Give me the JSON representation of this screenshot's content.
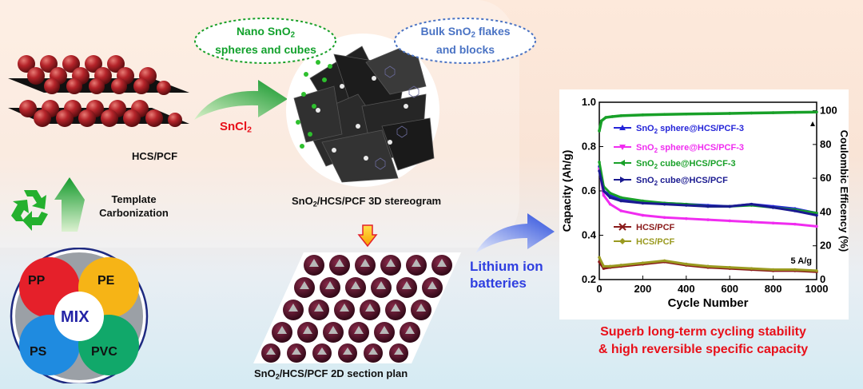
{
  "labels": {
    "hcs_pcf": "HCS/PCF",
    "template_line1": "Template",
    "template_line2": "Carbonization",
    "sncl2_main": "SnCl",
    "sncl2_sub": "2",
    "nano_line1_a": "Nano SnO",
    "nano_line1_sub": "2",
    "nano_line2": "spheres and cubes",
    "bulk_line1_a": "Bulk SnO",
    "bulk_line1_sub": "2",
    "bulk_line1_b": " flakes",
    "bulk_line2": "and blocks",
    "stereo_a": "SnO",
    "stereo_sub": "2",
    "stereo_b": "/HCS/PCF 3D stereogram",
    "section_a": "SnO",
    "section_sub": "2",
    "section_b": "/HCS/PCF 2D section plan",
    "lib_line1": "Lithium ion",
    "lib_line2": "batteries",
    "superb_line1": "Superb long-term cycling stability",
    "superb_line2": "& high reversible specific capacity",
    "mix_center": "MIX",
    "mix_pp": "PP",
    "mix_pe": "PE",
    "mix_ps": "PS",
    "mix_pvc": "PVC"
  },
  "colors": {
    "green_text": "#12a12c",
    "blue_text": "#4a73c4",
    "red_text": "#e8101a",
    "lib_blue": "#2f3fe0",
    "pp": "#e5202a",
    "pe": "#f6b416",
    "ps": "#1f8be0",
    "pvc": "#11a86a",
    "mix_text": "#2424a6"
  },
  "chart_data": {
    "type": "line",
    "xlabel": "Cycle Number",
    "ylabel": "Capacity (Ah/g)",
    "y2label": "Coulombic Efficency (%)",
    "xlim": [
      0,
      1000
    ],
    "ylim": [
      0.2,
      1.0
    ],
    "y2lim": [
      0,
      105
    ],
    "xticks": [
      "0",
      "200",
      "400",
      "600",
      "800",
      "1000"
    ],
    "yticks": [
      "0.2",
      "0.4",
      "0.6",
      "0.8",
      "1.0"
    ],
    "y2ticks": [
      "0",
      "20",
      "40",
      "60",
      "80",
      "100"
    ],
    "annotation": "5 A/g",
    "legend": [
      {
        "main": "SnO",
        "sub": "2",
        "rest": " sphere@HCS/PCF-3",
        "color": "#2424d8",
        "marker": "triangle-up"
      },
      {
        "main": "SnO",
        "sub": "2",
        "rest": " sphere@HCS/PCF-3",
        "color": "#f02cf0",
        "marker": "triangle-down"
      },
      {
        "main": "SnO",
        "sub": "2",
        "rest": " cube@HCS/PCF-3",
        "color": "#18a028",
        "marker": "triangle-left"
      },
      {
        "main": "SnO",
        "sub": "2",
        "rest": " cube@HCS/PCF",
        "color": "#1a1a90",
        "marker": "triangle-right"
      },
      {
        "main": "HCS/PCF",
        "sub": "",
        "rest": "",
        "color": "#8a1a1a",
        "marker": "cross"
      },
      {
        "main": "HCS/PCF",
        "sub": "",
        "rest": "",
        "color": "#9a9a20",
        "marker": "diamond"
      }
    ],
    "series": [
      {
        "name": "SnO2 sphere@HCS/PCF-3",
        "axis": "left",
        "color": "#2424d8",
        "x": [
          0,
          20,
          50,
          100,
          200,
          300,
          400,
          500,
          600,
          700,
          800,
          900,
          1000
        ],
        "y": [
          0.71,
          0.6,
          0.58,
          0.56,
          0.55,
          0.545,
          0.54,
          0.535,
          0.53,
          0.54,
          0.53,
          0.52,
          0.5
        ]
      },
      {
        "name": "SnO2 sphere@HCS/PCF-3",
        "axis": "left",
        "color": "#f02cf0",
        "x": [
          0,
          20,
          50,
          100,
          200,
          300,
          400,
          500,
          600,
          700,
          800,
          900,
          1000
        ],
        "y": [
          0.7,
          0.58,
          0.54,
          0.51,
          0.49,
          0.48,
          0.475,
          0.47,
          0.465,
          0.46,
          0.455,
          0.45,
          0.44
        ]
      },
      {
        "name": "SnO2 cube@HCS/PCF-3",
        "axis": "left",
        "color": "#18a028",
        "x": [
          0,
          20,
          50,
          100,
          200,
          300,
          400,
          500,
          600,
          700,
          800,
          900,
          1000
        ],
        "y": [
          0.73,
          0.62,
          0.59,
          0.57,
          0.555,
          0.545,
          0.54,
          0.53,
          0.53,
          0.535,
          0.525,
          0.515,
          0.5
        ]
      },
      {
        "name": "SnO2 cube@HCS/PCF",
        "axis": "left",
        "color": "#1a1a90",
        "x": [
          0,
          20,
          50,
          100,
          200,
          300,
          400,
          500,
          600,
          700,
          800,
          900,
          1000
        ],
        "y": [
          0.69,
          0.6,
          0.57,
          0.555,
          0.545,
          0.54,
          0.535,
          0.53,
          0.53,
          0.54,
          0.525,
          0.51,
          0.49
        ]
      },
      {
        "name": "HCS/PCF",
        "axis": "left",
        "color": "#8a1a1a",
        "x": [
          0,
          20,
          50,
          100,
          200,
          300,
          400,
          500,
          600,
          700,
          800,
          900,
          1000
        ],
        "y": [
          0.28,
          0.25,
          0.255,
          0.26,
          0.27,
          0.28,
          0.265,
          0.255,
          0.25,
          0.245,
          0.24,
          0.24,
          0.235
        ]
      },
      {
        "name": "HCS/PCF",
        "axis": "left",
        "color": "#9a9a20",
        "x": [
          0,
          20,
          50,
          100,
          200,
          300,
          400,
          500,
          600,
          700,
          800,
          900,
          1000
        ],
        "y": [
          0.3,
          0.26,
          0.26,
          0.265,
          0.275,
          0.285,
          0.27,
          0.26,
          0.255,
          0.25,
          0.245,
          0.245,
          0.24
        ]
      },
      {
        "name": "Coulombic efficiency",
        "axis": "right",
        "color": "#18a028",
        "x": [
          0,
          10,
          30,
          60,
          100,
          200,
          300,
          400,
          500,
          600,
          700,
          800,
          900,
          1000
        ],
        "y": [
          88,
          94,
          96,
          96.5,
          97,
          97.5,
          97.8,
          98,
          98.2,
          98.4,
          98.6,
          98.8,
          99,
          99.2
        ]
      }
    ]
  }
}
